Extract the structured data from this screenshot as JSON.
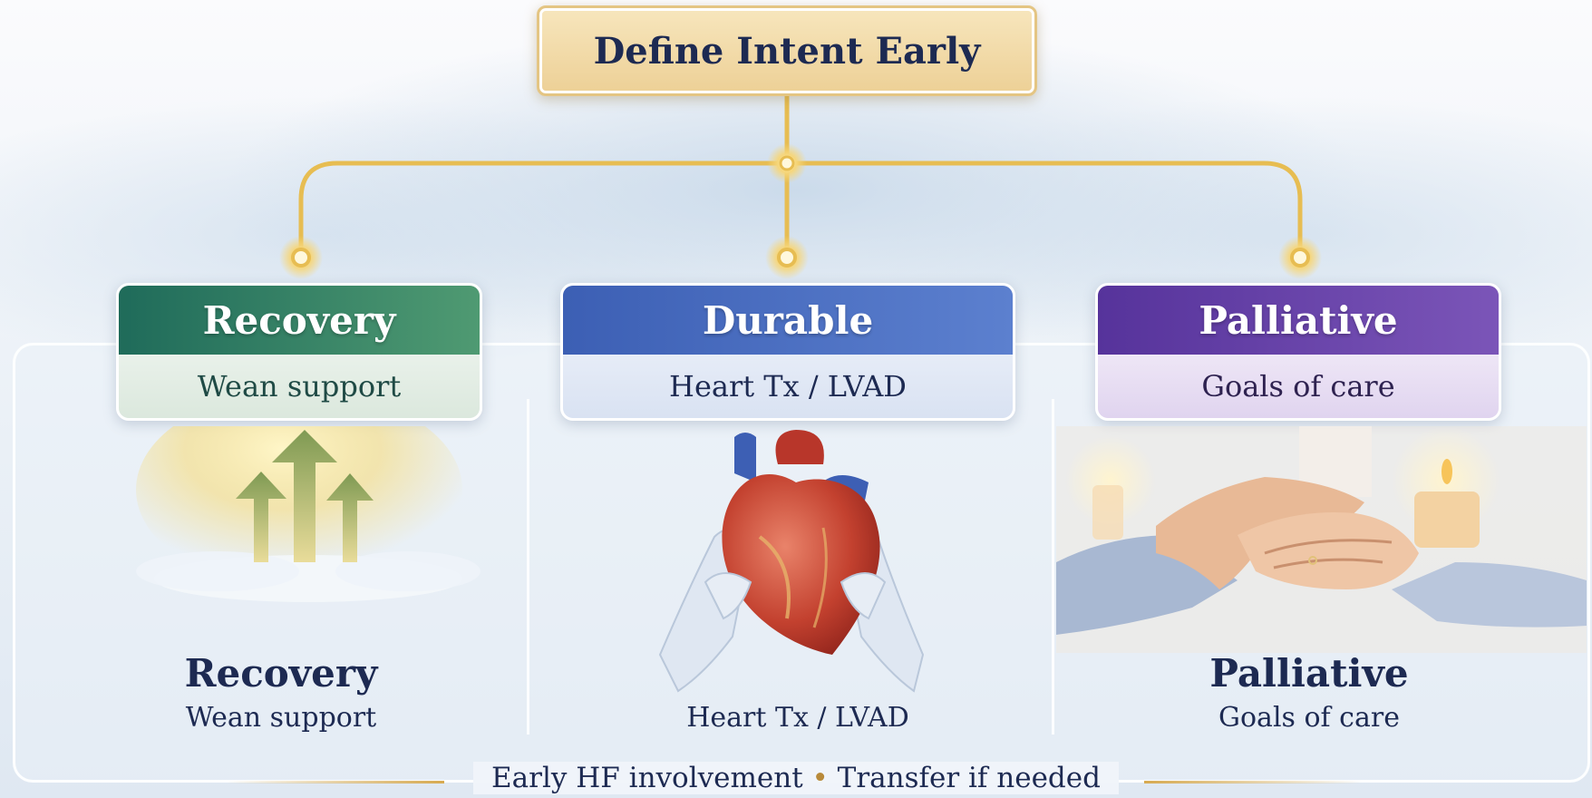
{
  "title": "Define Intent Early",
  "branches": [
    {
      "header": "Recovery",
      "subheader": "Wean support",
      "label": "Recovery",
      "sublabel": "Wean support",
      "accent": "#2d7a64"
    },
    {
      "header": "Durable",
      "subheader": "Heart Tx / LVAD",
      "label": "",
      "sublabel": "Heart Tx / LVAD",
      "accent": "#4468bd"
    },
    {
      "header": "Palliative",
      "subheader": "Goals of care",
      "label": "Palliative",
      "sublabel": "Goals of care",
      "accent": "#623ea6"
    }
  ],
  "footer": {
    "left": "Early HF involvement",
    "separator": "•",
    "right": "Transfer if needed"
  },
  "icons": [
    "upward-arrows-icon",
    "heart-in-hands-icon",
    "holding-hands-icon"
  ],
  "colors": {
    "connector": "#e7bd52",
    "text": "#1d2a52"
  }
}
